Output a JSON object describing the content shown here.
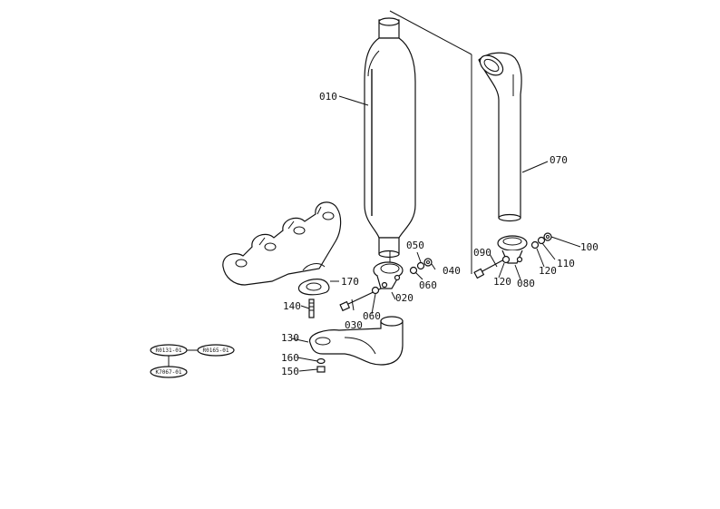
{
  "parts": [
    {
      "label": "010"
    },
    {
      "label": "020"
    },
    {
      "label": "030"
    },
    {
      "label": "040"
    },
    {
      "label": "050"
    },
    {
      "label": "060"
    },
    {
      "label": "060"
    },
    {
      "label": "070"
    },
    {
      "label": "080"
    },
    {
      "label": "090"
    },
    {
      "label": "100"
    },
    {
      "label": "110"
    },
    {
      "label": "120"
    },
    {
      "label": "120"
    },
    {
      "label": "130"
    },
    {
      "label": "140"
    },
    {
      "label": "150"
    },
    {
      "label": "160"
    },
    {
      "label": "170"
    }
  ],
  "references": [
    {
      "label": "R0131-01"
    },
    {
      "label": "R0165-01"
    },
    {
      "label": "K7067-01"
    }
  ]
}
